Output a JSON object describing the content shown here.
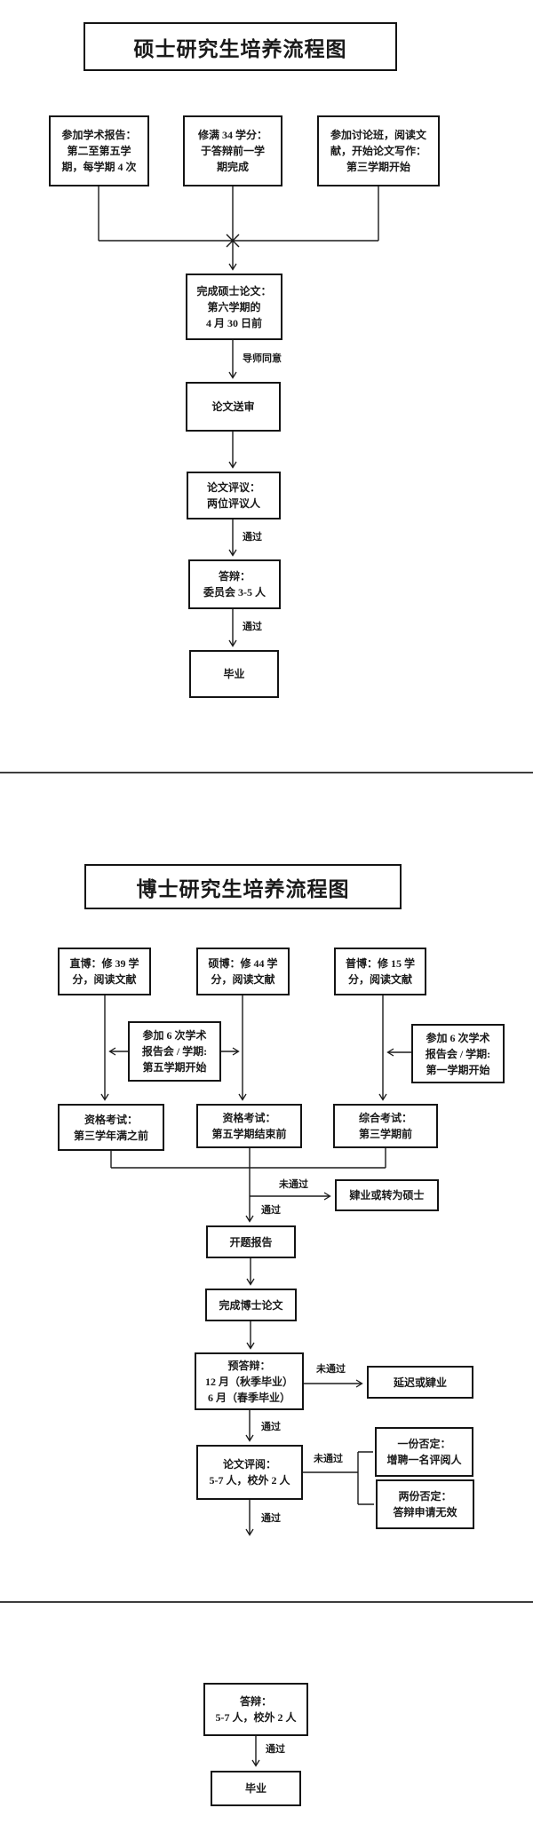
{
  "colors": {
    "line": "#1a1a1a",
    "border": "#141414",
    "divider": "#3d3d3d",
    "background": "#ffffff"
  },
  "master_flow": {
    "title": "硕士研究生培养流程图",
    "nodes": {
      "seminar": "参加学术报告：\n第二至第五学\n期，每学期 4 次",
      "credits": "修满 34 学分：\n于答辩前一学\n期完成",
      "discussion": "参加讨论班，阅读文\n献，开始论文写作：\n第三学期开始",
      "thesis": "完成硕士论文：\n第六学期的\n4 月 30 日前",
      "submit": "论文送审",
      "review": "论文评议：\n两位评议人",
      "defense": "答辩：\n委员会 3-5 人",
      "graduate": "毕业"
    },
    "edge_labels": {
      "advisor_agree": "导师同意",
      "pass_review": "通过",
      "pass_defense": "通过"
    }
  },
  "doctor_flow": {
    "title": "博士研究生培养流程图",
    "nodes": {
      "zhibo": "直博：修 39 学\n分，阅读文献",
      "shuobo": "硕博：修 44 学\n分，阅读文献",
      "pubo": "普博：修 15 学\n分，阅读文献",
      "seminar_left": "参加 6 次学术\n报告会 / 学期:\n第五学期开始",
      "seminar_right": "参加 6 次学术\n报告会 / 学期:\n第一学期开始",
      "qualify_exam_1": "资格考试：\n第三学年满之前",
      "qualify_exam_2": "资格考试：\n第五学期结束前",
      "comprehensive_exam": "综合考试：\n第三学期前",
      "dropout": "肄业或转为硕士",
      "proposal": "开题报告",
      "thesis": "完成博士论文",
      "predefense": "预答辩：\n12 月（秋季毕业）\n6 月（春季毕业）",
      "delay": "延迟或肄业",
      "review": "论文评阅：\n5-7 人，校外 2 人",
      "one_negative": "一份否定：\n增聘一名评阅人",
      "two_negative": "两份否定：\n答辩申请无效"
    },
    "edge_labels": {
      "fail_exam": "未通过",
      "pass_exam": "通过",
      "fail_predefense": "未通过",
      "pass_predefense": "通过",
      "fail_review": "未通过",
      "pass_review": "通过"
    }
  },
  "final_flow": {
    "nodes": {
      "defense": "答辩：\n5-7 人，校外 2 人",
      "graduate": "毕业"
    },
    "edge_labels": {
      "pass_defense": "通过"
    }
  }
}
